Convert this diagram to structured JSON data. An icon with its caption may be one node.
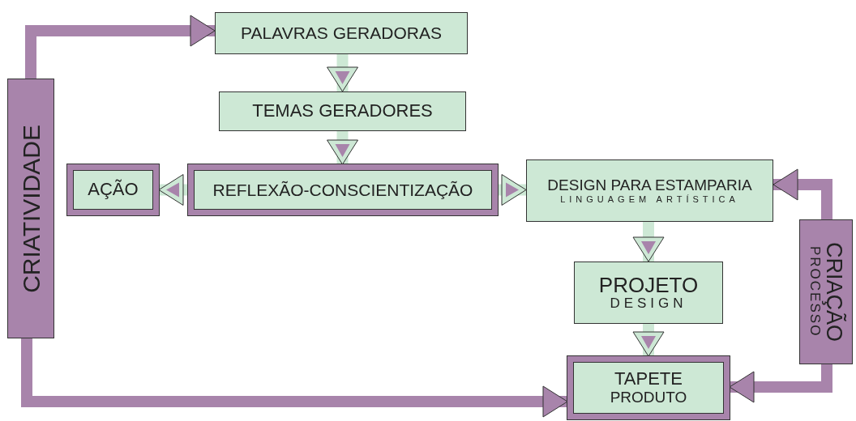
{
  "diagram": {
    "nodes": [
      {
        "text": [
          "CRIATIVIDADE"
        ]
      },
      {
        "text": [
          "PALAVRAS GERADORAS"
        ]
      },
      {
        "text": [
          "TEMAS GERADORES"
        ]
      },
      {
        "text": [
          "AÇÃO"
        ]
      },
      {
        "text": [
          "REFLEXÃO-CONSCIENTIZAÇÃO"
        ]
      },
      {
        "text": [
          "DESIGN PARA ESTAMPARIA",
          "LINGUAGEM ARTÍSTICA"
        ]
      },
      {
        "text": [
          "PROJETO",
          "DESIGN"
        ]
      },
      {
        "text": [
          "TAPETE",
          "PRODUTO"
        ]
      },
      {
        "text": [
          "CRIAÇÃO",
          "PROCESSO"
        ]
      }
    ],
    "edges": [
      {
        "from": 0,
        "to": 1,
        "arrow": "to",
        "color": "#a884ab"
      },
      {
        "from": 0,
        "to": 7,
        "arrow": "to",
        "color": "#a884ab"
      },
      {
        "from": 1,
        "to": 2,
        "arrow": "to"
      },
      {
        "from": 2,
        "to": 4,
        "arrow": "to"
      },
      {
        "from": 4,
        "to": 3,
        "arrow": "to"
      },
      {
        "from": 4,
        "to": 5,
        "arrow": "to"
      },
      {
        "from": 5,
        "to": 6,
        "arrow": "to"
      },
      {
        "from": 6,
        "to": 7,
        "arrow": "to"
      },
      {
        "from": 8,
        "to": 5,
        "arrow": "to",
        "color": "#a884ab"
      },
      {
        "from": 8,
        "to": 7,
        "arrow": "to",
        "color": "#a884ab"
      }
    ]
  }
}
